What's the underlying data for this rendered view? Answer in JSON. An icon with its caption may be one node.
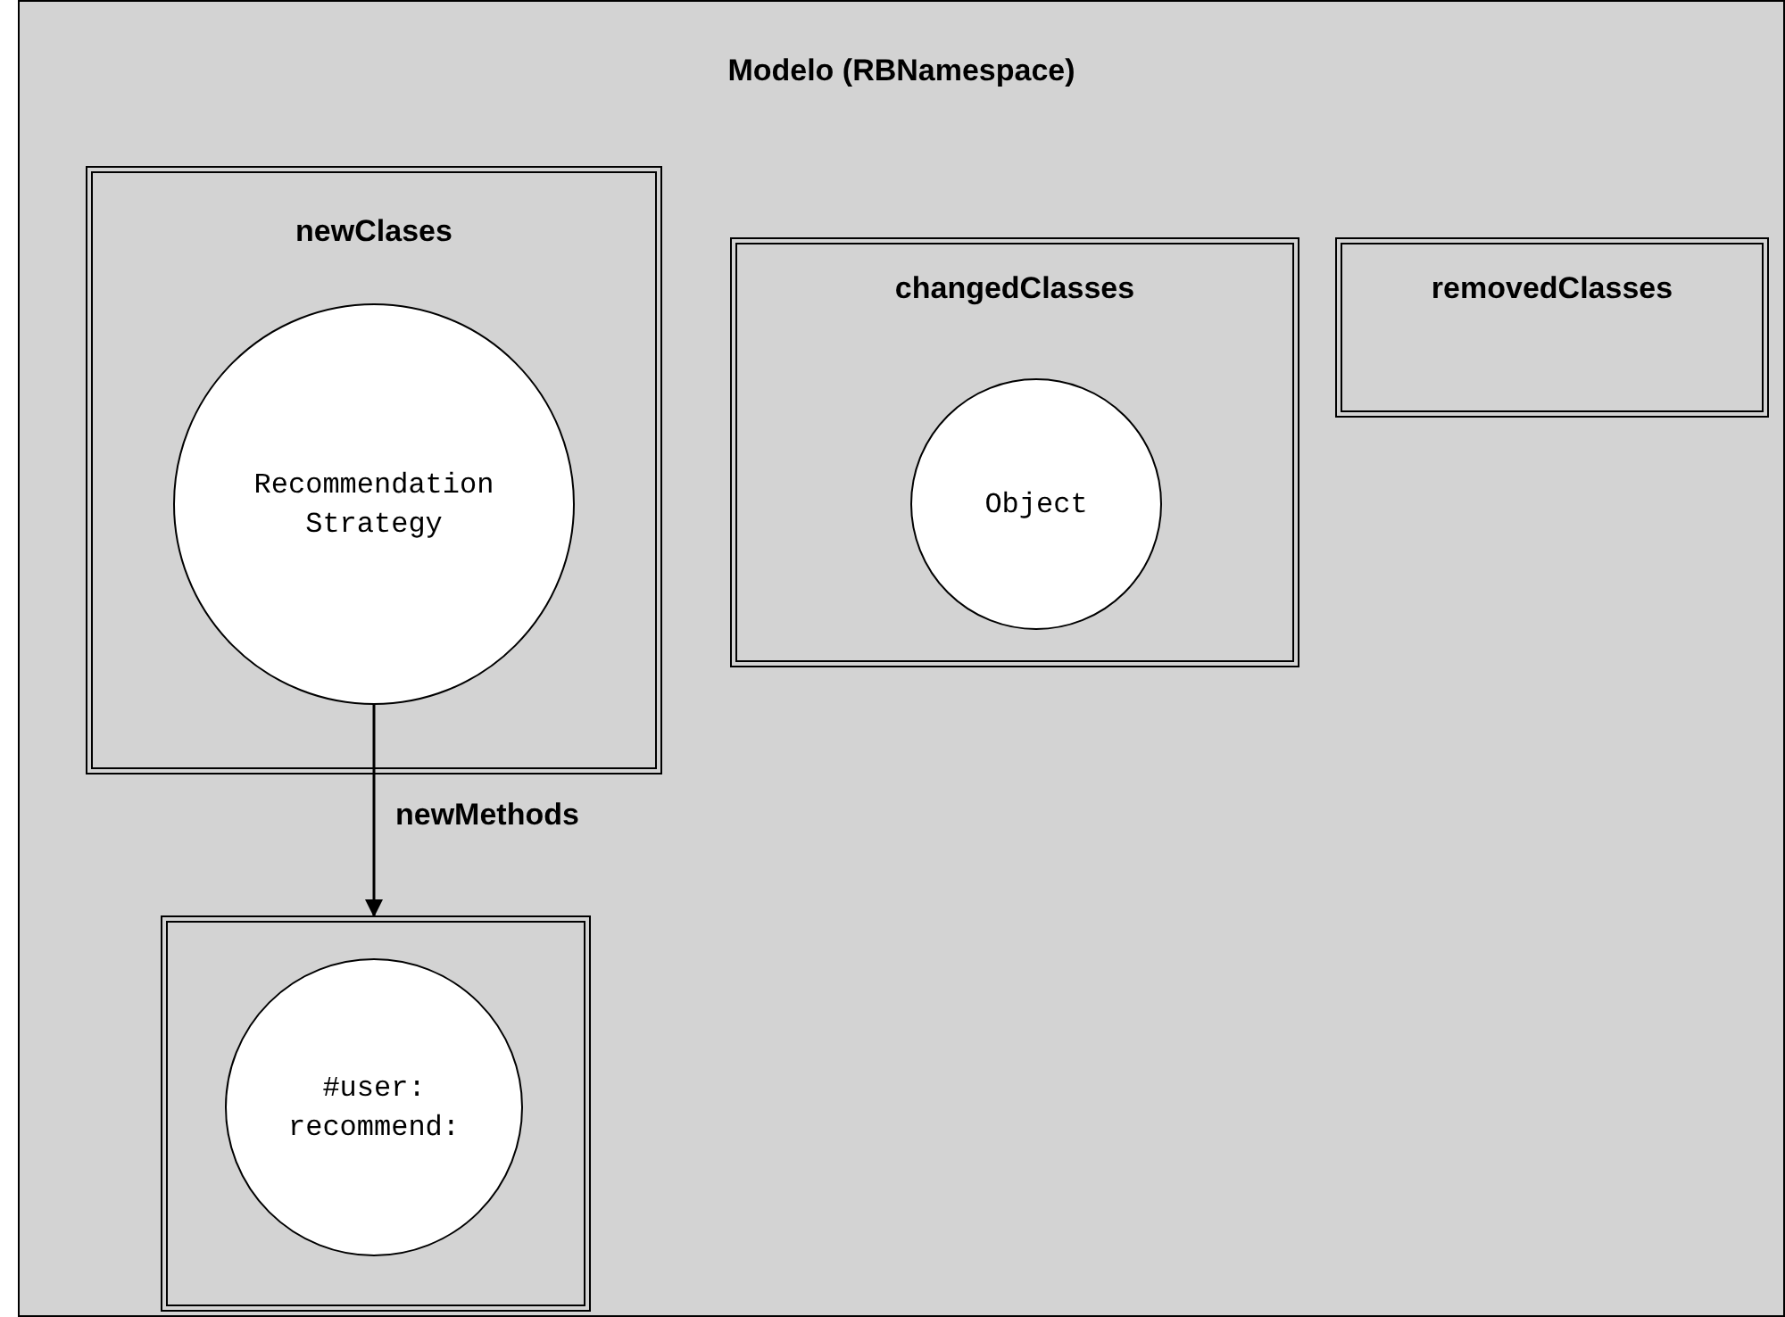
{
  "diagram": {
    "nodes": [
      {
        "text": [
          "Modelo (RBNamespace)"
        ]
      },
      {
        "text": [
          "newClases"
        ],
        "in": 0
      },
      {
        "text": [
          "Recommendation Strategy"
        ],
        "in": 1
      },
      {
        "text": [
          "changedClasses"
        ],
        "in": 0
      },
      {
        "text": [
          "Object"
        ],
        "in": 3
      },
      {
        "text": [
          "removedClasses"
        ],
        "in": 0
      },
      {
        "text": [],
        "shape": "box",
        "in": 0
      },
      {
        "text": [
          "#user: recommend:"
        ],
        "in": 6
      }
    ],
    "edges": [
      {
        "from": 2,
        "to": 6,
        "arrow": "to",
        "label": "newMethods"
      }
    ]
  }
}
